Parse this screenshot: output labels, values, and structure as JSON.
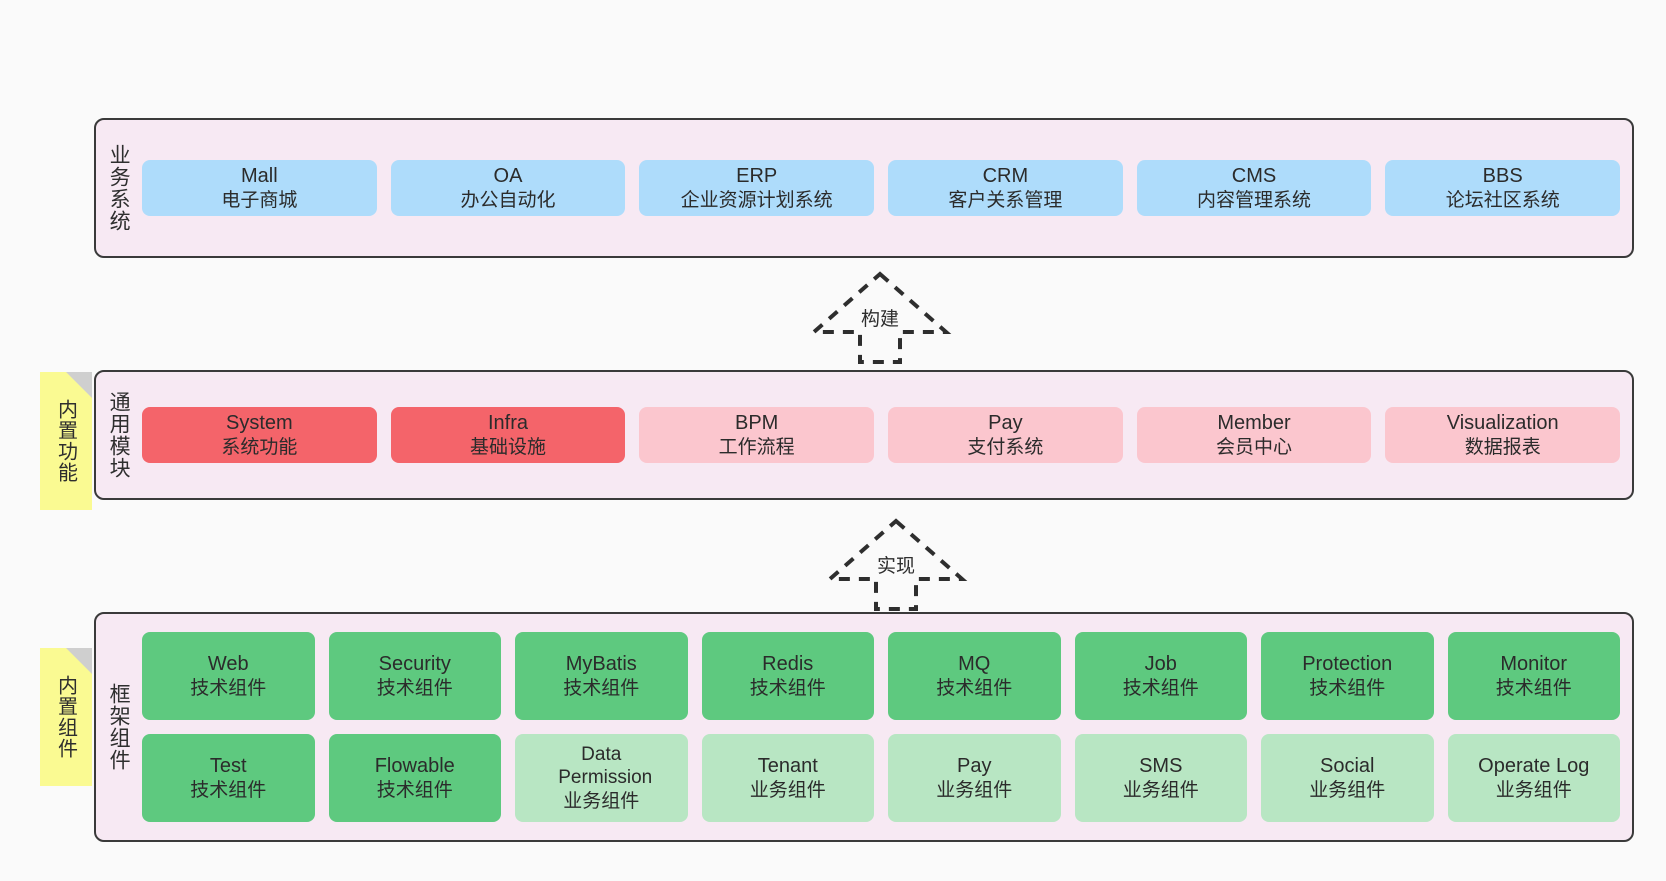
{
  "diagram": {
    "background": "#fafafa",
    "palette": {
      "layer_bg": "#f7e9f3",
      "layer_border": "#3a3a3a",
      "blue": "#aedcfb",
      "red": "#f4646a",
      "pink": "#fbc6ce",
      "green": "#5ec97f",
      "green_light": "#b8e6c3",
      "note": "#fafa92",
      "note_fold": "#cfcfcf",
      "text": "#2b2b2b"
    },
    "layers": [
      {
        "id": "business-system",
        "title": "业务系统",
        "rows": [
          {
            "cards": [
              {
                "name": "Mall",
                "sub": "电子商城",
                "color": "blue"
              },
              {
                "name": "OA",
                "sub": "办公自动化",
                "color": "blue"
              },
              {
                "name": "ERP",
                "sub": "企业资源计划系统",
                "color": "blue"
              },
              {
                "name": "CRM",
                "sub": "客户关系管理",
                "color": "blue"
              },
              {
                "name": "CMS",
                "sub": "内容管理系统",
                "color": "blue"
              },
              {
                "name": "BBS",
                "sub": "论坛社区系统",
                "color": "blue"
              }
            ]
          }
        ]
      },
      {
        "id": "common-module",
        "title": "通用模块",
        "note": "内置功能",
        "rows": [
          {
            "cards": [
              {
                "name": "System",
                "sub": "系统功能",
                "color": "red"
              },
              {
                "name": "Infra",
                "sub": "基础设施",
                "color": "red"
              },
              {
                "name": "BPM",
                "sub": "工作流程",
                "color": "pink"
              },
              {
                "name": "Pay",
                "sub": "支付系统",
                "color": "pink"
              },
              {
                "name": "Member",
                "sub": "会员中心",
                "color": "pink"
              },
              {
                "name": "Visualization",
                "sub": "数据报表",
                "color": "pink"
              }
            ]
          }
        ]
      },
      {
        "id": "framework-component",
        "title": "框架组件",
        "note": "内置组件",
        "rows": [
          {
            "cards": [
              {
                "name": "Web",
                "sub": "技术组件",
                "color": "green"
              },
              {
                "name": "Security",
                "sub": "技术组件",
                "color": "green"
              },
              {
                "name": "MyBatis",
                "sub": "技术组件",
                "color": "green"
              },
              {
                "name": "Redis",
                "sub": "技术组件",
                "color": "green"
              },
              {
                "name": "MQ",
                "sub": "技术组件",
                "color": "green"
              },
              {
                "name": "Job",
                "sub": "技术组件",
                "color": "green"
              },
              {
                "name": "Protection",
                "sub": "技术组件",
                "color": "green"
              },
              {
                "name": "Monitor",
                "sub": "技术组件",
                "color": "green"
              }
            ]
          },
          {
            "cards": [
              {
                "name": "Test",
                "sub": "技术组件",
                "color": "green"
              },
              {
                "name": "Flowable",
                "sub": "技术组件",
                "color": "green"
              },
              {
                "name": "Data Permission",
                "sub": "业务组件",
                "color": "green_light"
              },
              {
                "name": "Tenant",
                "sub": "业务组件",
                "color": "green_light"
              },
              {
                "name": "Pay",
                "sub": "业务组件",
                "color": "green_light"
              },
              {
                "name": "SMS",
                "sub": "业务组件",
                "color": "green_light"
              },
              {
                "name": "Social",
                "sub": "业务组件",
                "color": "green_light"
              },
              {
                "name": "Operate Log",
                "sub": "业务组件",
                "color": "green_light"
              }
            ]
          }
        ]
      }
    ],
    "connectors": [
      {
        "id": "build-arrow",
        "label": "构建",
        "from": "common-module",
        "to": "business-system",
        "style": "dashed-generalization-up"
      },
      {
        "id": "realize-arrow",
        "label": "实现",
        "from": "framework-component",
        "to": "common-module",
        "style": "dashed-generalization-up"
      }
    ]
  }
}
